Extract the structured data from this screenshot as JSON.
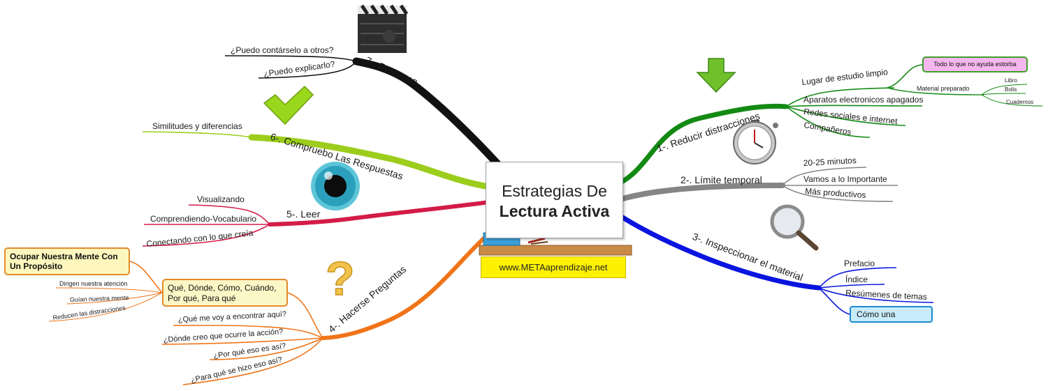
{
  "center": {
    "title_line1": "Estrategias De",
    "title_line2": "Lectura Activa",
    "website": "www.METAaprendizaje.net"
  },
  "branches": [
    {
      "label": "1-. Reducir distracciones",
      "color": "#138a13",
      "items": [
        "Lugar de estudio limpio",
        "Aparatos electronicos apagados",
        "Redes sociales e internet",
        "Compañeros"
      ],
      "lugar_note": "Todo lo que no ayuda estorba",
      "material": {
        "label": "Material preparado",
        "items": [
          "Libro",
          "Bolis",
          "Cuadernos"
        ]
      }
    },
    {
      "label": "2-. Límite temporal",
      "color": "#858585",
      "items": [
        "20-25 minutos",
        "Vamos a lo Importante",
        "Más productivos"
      ]
    },
    {
      "label": "3-. Inspeccionar el material",
      "color": "#0a14e0",
      "items": [
        "Prefacio",
        "Índice",
        "Resúmenes de temas",
        "Cómo una"
      ]
    },
    {
      "label": "4-. Hacerse Preguntas",
      "color": "#f07418",
      "items": [
        "¿Qué me voy a encontrar aquí?",
        "¿Dónde creo que ocurre la acción?",
        "¿Por qué eso es así?",
        "¿Para qué se hizo eso así?"
      ],
      "question_box": "Qué, Dónde, Cómo, Cuándo, Por qué, Para qué",
      "purpose_box": "Ocupar Nuestra Mente Con Un Propósito",
      "purpose_items": [
        "Dirigen nuestra atención",
        "Guían nuestra mente",
        "Reducen las distracciones"
      ]
    },
    {
      "label": "5-. Leer",
      "color": "#d31c48",
      "items": [
        "Visualizando",
        "Comprendiendo-Vocabulario",
        "Conectando con lo que creía"
      ]
    },
    {
      "label": "6-. Compruebo Las Respuestas",
      "color": "#9ccd1c",
      "items": [
        "Similitudes y diferencias"
      ]
    },
    {
      "label": "7-. Resumen",
      "color": "#111111",
      "items": [
        "¿Puedo contárselo a otros?",
        "¿Puedo explicarlo?"
      ]
    }
  ],
  "icons": [
    "clapperboard-icon",
    "checkmark-icon",
    "eye-icon",
    "question-mark-icon",
    "down-arrow-icon",
    "stopwatch-icon",
    "magnifier-icon",
    "desk-tray-icon"
  ]
}
